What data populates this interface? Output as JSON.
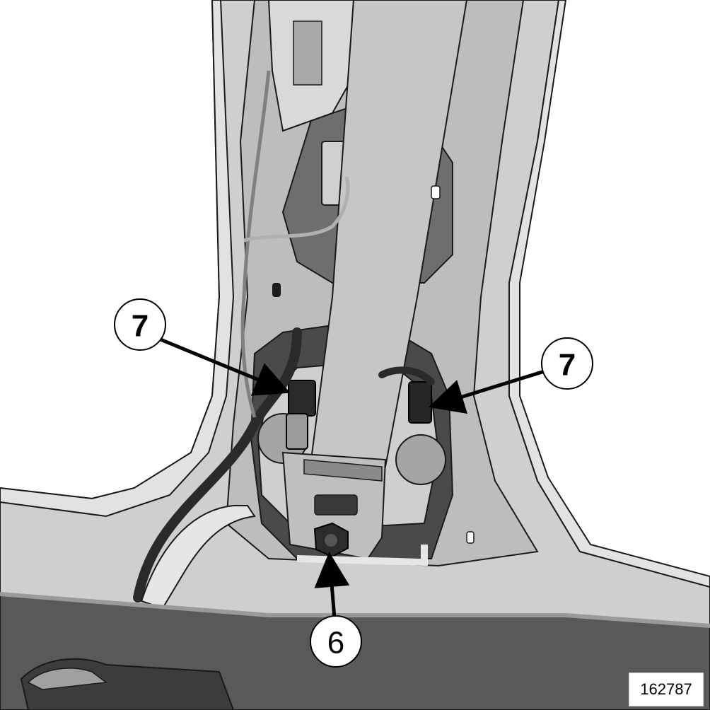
{
  "callouts": {
    "left_connector": "7",
    "right_connector": "7",
    "nut": "6"
  },
  "reference_number": "162787",
  "colors": {
    "metal_light": "#d6d6d6",
    "metal_mid": "#b8b8b8",
    "metal_dark": "#8e8e8e",
    "shadow": "#4a4a4a",
    "belt": "#bdbdbd",
    "line": "#1a1a1a"
  }
}
